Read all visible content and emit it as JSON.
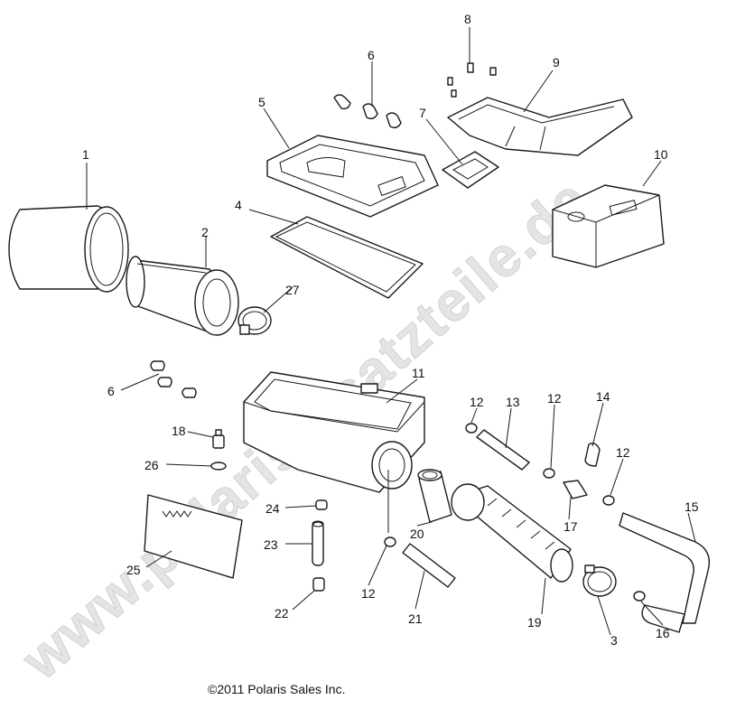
{
  "watermark": "www.polarisersatzteile.de",
  "copyright": "©2011 Polaris Sales Inc.",
  "callouts": {
    "c1": "1",
    "c2": "2",
    "c3": "3",
    "c4": "4",
    "c5": "5",
    "c6a": "6",
    "c6b": "6",
    "c7": "7",
    "c8": "8",
    "c9": "9",
    "c10": "10",
    "c11": "11",
    "c12a": "12",
    "c12b": "12",
    "c12c": "12",
    "c12d": "12",
    "c13": "13",
    "c14": "14",
    "c15": "15",
    "c16": "16",
    "c17": "17",
    "c18": "18",
    "c19": "19",
    "c20": "20",
    "c21": "21",
    "c22": "22",
    "c23": "23",
    "c24": "24",
    "c25": "25",
    "c26": "26",
    "c27": "27"
  }
}
